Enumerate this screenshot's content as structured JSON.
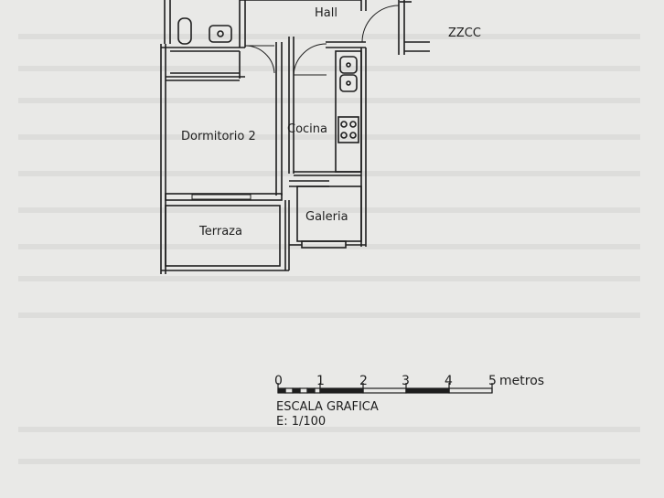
{
  "plan": {
    "rooms": {
      "hall": "Hall",
      "zzcc": "ZZCC",
      "dormitorio": "Dormitorio 2",
      "cocina": "Cocina",
      "galeria": "Galeria",
      "terraza": "Terraza"
    }
  },
  "scale": {
    "ticks": [
      "0",
      "1",
      "2",
      "3",
      "4",
      "5"
    ],
    "unit": "metros",
    "title": "ESCALA GRAFICA",
    "ratio": "E: 1/100"
  },
  "colors": {
    "paper": "#e9e9e7",
    "ink": "#1e1e1e"
  }
}
